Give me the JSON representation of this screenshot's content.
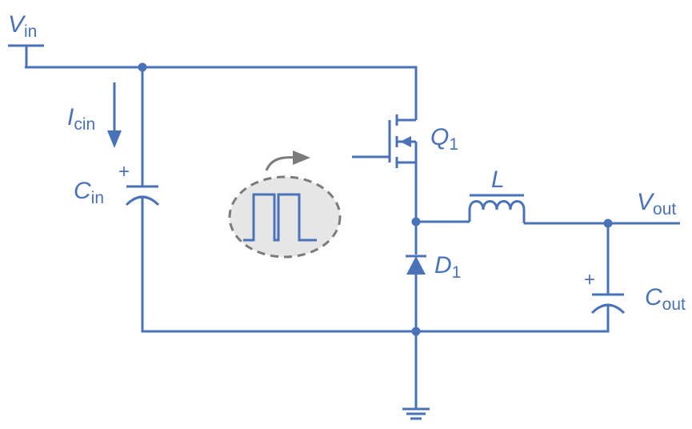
{
  "colors": {
    "wire": "#4a72b8",
    "signal": "#7b7b7b",
    "background": "#ffffff"
  },
  "labels": {
    "vin": {
      "main": "V",
      "sub": "in"
    },
    "icin": {
      "main": "I",
      "sub": "cin"
    },
    "cin": {
      "main": "C",
      "sub": "in"
    },
    "q1": {
      "main": "Q",
      "sub": "1"
    },
    "l": {
      "main": "L"
    },
    "vout": {
      "main": "V",
      "sub": "out"
    },
    "d1": {
      "main": "D",
      "sub": "1"
    },
    "cout": {
      "main": "C",
      "sub": "out"
    },
    "cin_polarity": "+",
    "cout_polarity": "+"
  },
  "icons": [
    "current-arrow",
    "mosfet",
    "diode",
    "inductor",
    "capacitor",
    "ground",
    "pwm-signal"
  ]
}
